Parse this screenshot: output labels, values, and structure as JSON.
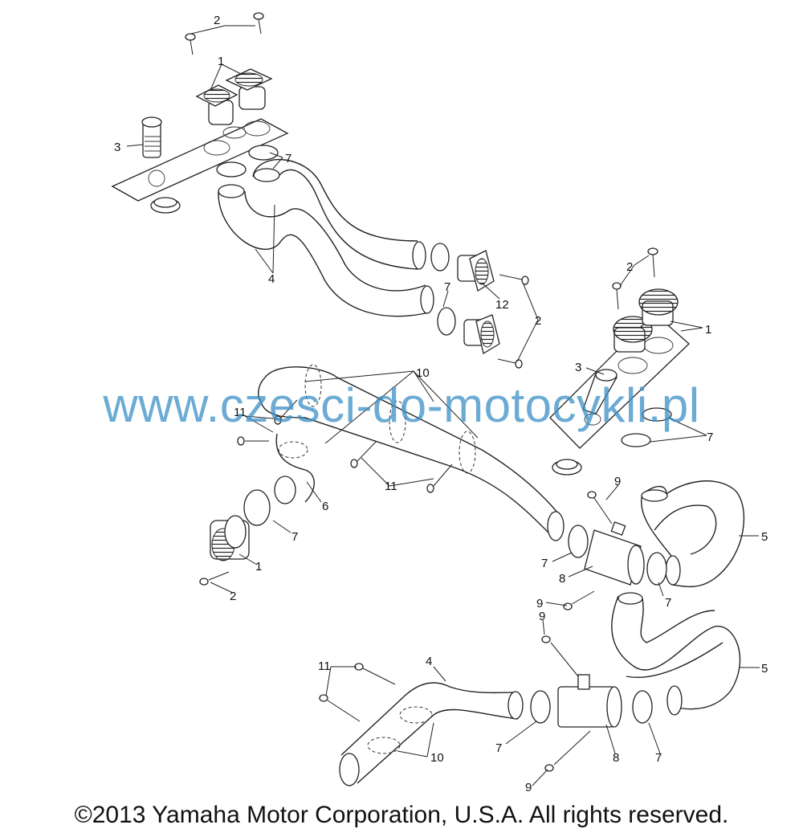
{
  "diagram": {
    "callouts": [
      {
        "id": "c2-top",
        "text": "2"
      },
      {
        "id": "c1-top",
        "text": "1"
      },
      {
        "id": "c3-left",
        "text": "3"
      },
      {
        "id": "c7-top",
        "text": "7"
      },
      {
        "id": "c4-top",
        "text": "4"
      },
      {
        "id": "c7-mid",
        "text": "7"
      },
      {
        "id": "c12",
        "text": "12"
      },
      {
        "id": "c2-right",
        "text": "2"
      },
      {
        "id": "c2-far-right",
        "text": "2"
      },
      {
        "id": "c1-right",
        "text": "1"
      },
      {
        "id": "c3-right",
        "text": "3"
      },
      {
        "id": "c10-top",
        "text": "10"
      },
      {
        "id": "c11-left",
        "text": "11"
      },
      {
        "id": "c7-right",
        "text": "7"
      },
      {
        "id": "c11-mid",
        "text": "11"
      },
      {
        "id": "c6",
        "text": "6"
      },
      {
        "id": "c9-right",
        "text": "9"
      },
      {
        "id": "c7-left",
        "text": "7"
      },
      {
        "id": "c5-upper",
        "text": "5"
      },
      {
        "id": "c1-left",
        "text": "1"
      },
      {
        "id": "c7-lower-left",
        "text": "7"
      },
      {
        "id": "c8-upper",
        "text": "8"
      },
      {
        "id": "c7-lower-right",
        "text": "7"
      },
      {
        "id": "c2-left",
        "text": "2"
      },
      {
        "id": "c9-mid",
        "text": "9"
      },
      {
        "id": "c9-center",
        "text": "9"
      },
      {
        "id": "c11-bottom",
        "text": "11"
      },
      {
        "id": "c4-bottom",
        "text": "4"
      },
      {
        "id": "c5-lower",
        "text": "5"
      },
      {
        "id": "c7-bottom-left",
        "text": "7"
      },
      {
        "id": "c10-bottom",
        "text": "10"
      },
      {
        "id": "c8-lower",
        "text": "8"
      },
      {
        "id": "c7-bottom-right",
        "text": "7"
      },
      {
        "id": "c9-bottom",
        "text": "9"
      }
    ]
  },
  "watermark": "www.czesci-do-motocykli.pl",
  "copyright": "©2013 Yamaha Motor Corporation, U.S.A. All rights reserved.",
  "colors": {
    "watermark": "#3b8fc6",
    "ink": "#222222"
  }
}
